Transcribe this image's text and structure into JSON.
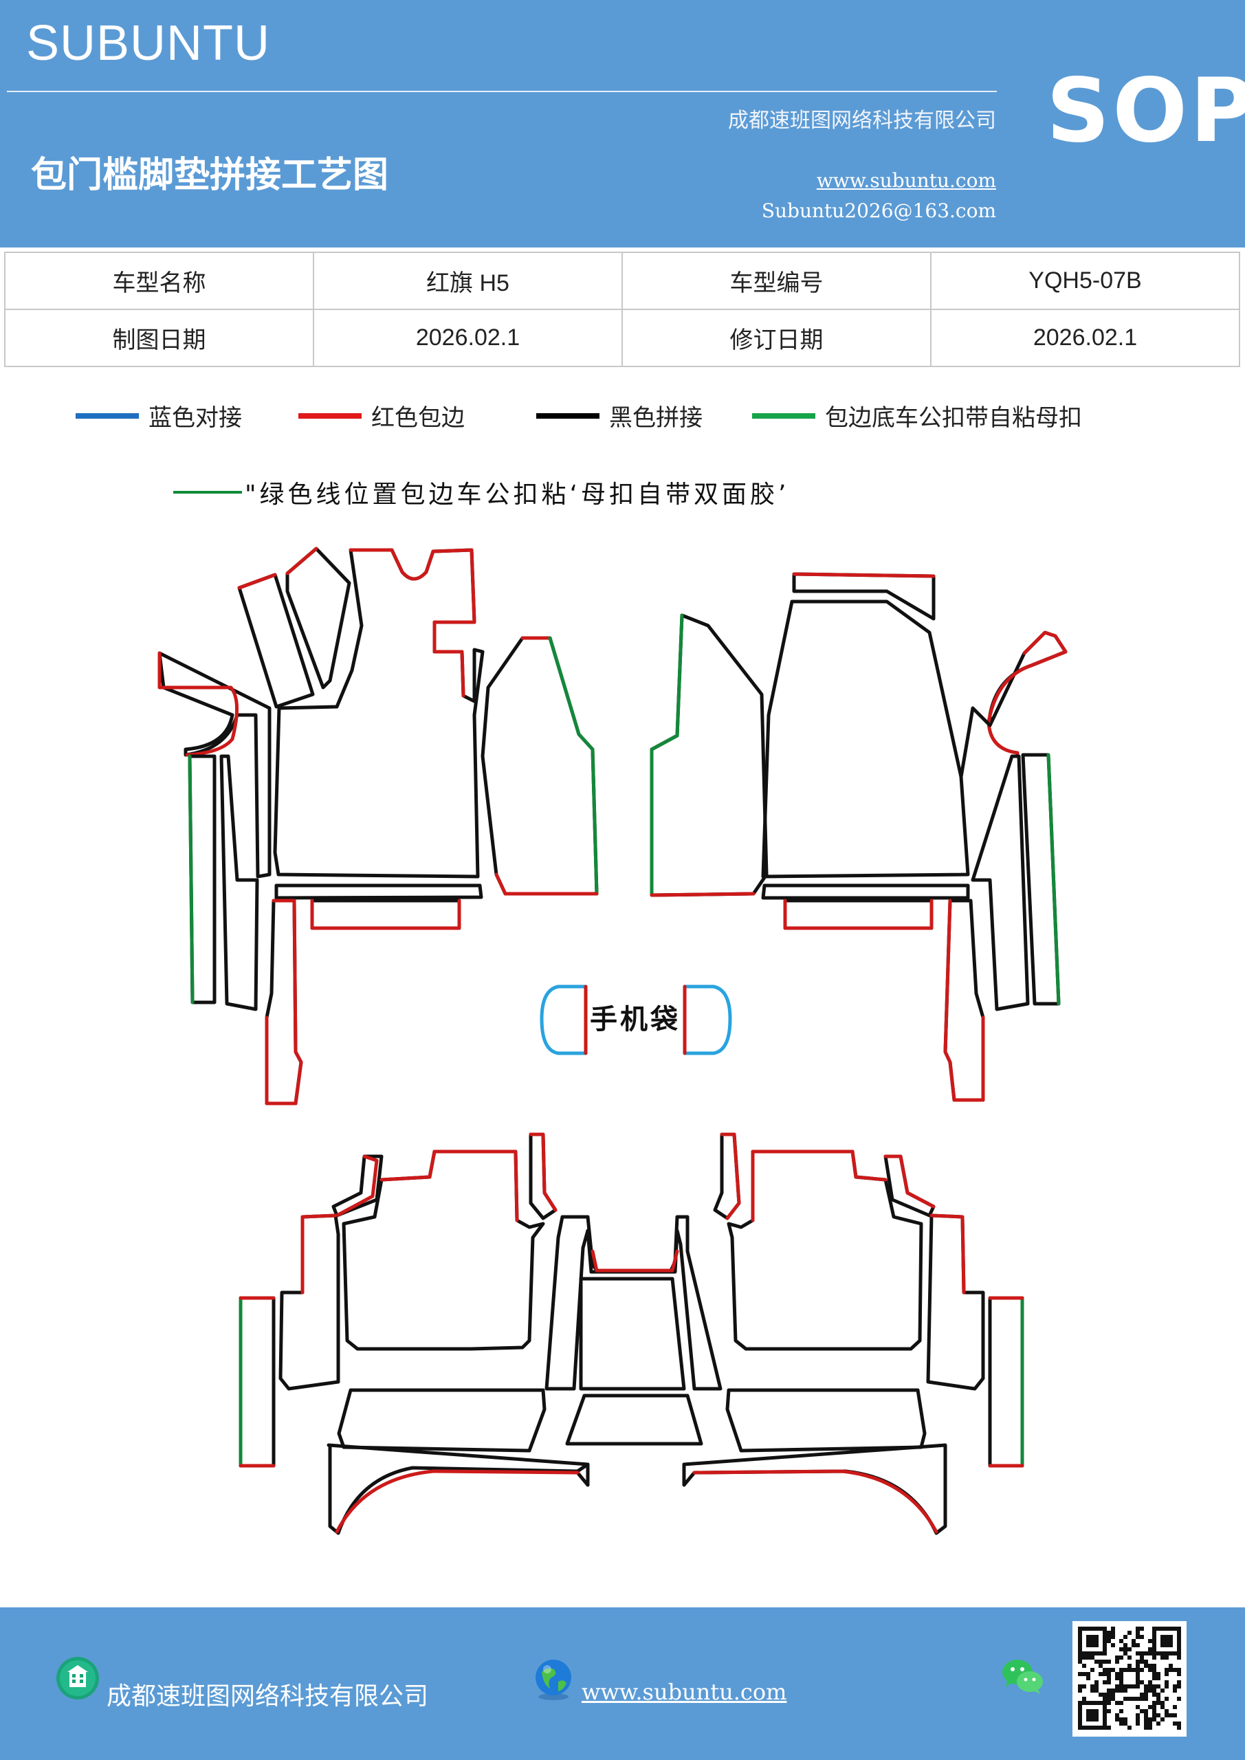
{
  "header": {
    "brand": "SUBUNTU",
    "title": "包门槛脚垫拼接工艺图",
    "company": "成都速班图网络科技有限公司",
    "website": "www.subuntu.com",
    "email": "Subuntu2026@163.com",
    "sop": "SOP"
  },
  "info_table": {
    "rows": [
      {
        "label1": "车型名称",
        "value1": "红旗 H5",
        "label2": "车型编号",
        "value2": "YQH5-07B"
      },
      {
        "label1": "制图日期",
        "value1": "2026.02.1",
        "label2": "修订日期",
        "value2": "2026.02.1"
      }
    ]
  },
  "legend": {
    "items": [
      {
        "label": "蓝色对接",
        "color": "#1f6fc0"
      },
      {
        "label": "红色包边",
        "color": "#e01919"
      },
      {
        "label": "黑色拼接",
        "color": "#000000"
      },
      {
        "label": "包边底车公扣带自粘母扣",
        "color": "#16a34a"
      }
    ],
    "note": "\"绿色线位置包边车公扣粘‘母扣自带双面胶’"
  },
  "diagram": {
    "phone_pocket_label": "手机袋",
    "colors": {
      "blue": "#29a3df",
      "red": "#cc1a1a",
      "black": "#111111",
      "green": "#13883a"
    }
  },
  "footer": {
    "company": "成都速班图网络科技有限公司",
    "website": "www.subuntu.com",
    "icons": [
      "building-icon",
      "globe-icon",
      "wechat-icon",
      "qr-code"
    ]
  }
}
